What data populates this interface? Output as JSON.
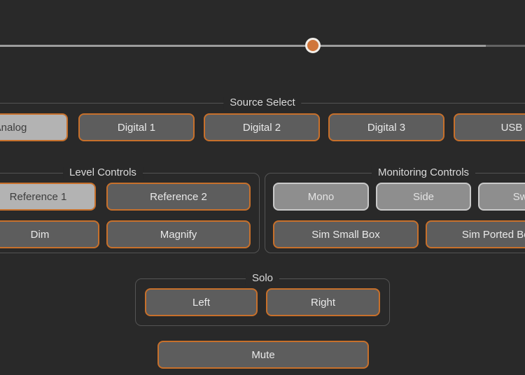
{
  "slider": {
    "value_fraction": 0.6,
    "handle_color": "#d0763b",
    "track_color": "#9c9c9c",
    "track_dim_color": "#636363"
  },
  "source_select": {
    "legend": "Source Select",
    "buttons": [
      {
        "label": "Analog",
        "state": "selected"
      },
      {
        "label": "Digital 1",
        "state": "default"
      },
      {
        "label": "Digital 2",
        "state": "default"
      },
      {
        "label": "Digital 3",
        "state": "default"
      },
      {
        "label": "USB",
        "state": "default"
      }
    ]
  },
  "level_controls": {
    "legend": "Level Controls",
    "buttons": [
      {
        "label": "Reference 1",
        "state": "selected"
      },
      {
        "label": "Reference 2",
        "state": "default"
      },
      {
        "label": "Dim",
        "state": "default"
      },
      {
        "label": "Magnify",
        "state": "default"
      }
    ]
  },
  "monitoring_controls": {
    "legend": "Monitoring Controls",
    "buttons": [
      {
        "label": "Mono",
        "state": "light"
      },
      {
        "label": "Side",
        "state": "light"
      },
      {
        "label": "Swap",
        "state": "light"
      },
      {
        "label": "Sim Small Box",
        "state": "default"
      },
      {
        "label": "Sim Ported Box",
        "state": "default"
      }
    ]
  },
  "solo": {
    "legend": "Solo",
    "buttons": [
      {
        "label": "Left"
      },
      {
        "label": "Right"
      }
    ]
  },
  "mute": {
    "label": "Mute"
  },
  "colors": {
    "background": "#292929",
    "accent_orange": "#c7702b",
    "button_dark_bg": "#5d5d5d",
    "button_selected_bg": "#b3b3b3",
    "button_light_bg": "#8e8e8e",
    "button_light_border": "#c9c9c9",
    "group_border": "#545454",
    "legend_text": "#dadada"
  }
}
